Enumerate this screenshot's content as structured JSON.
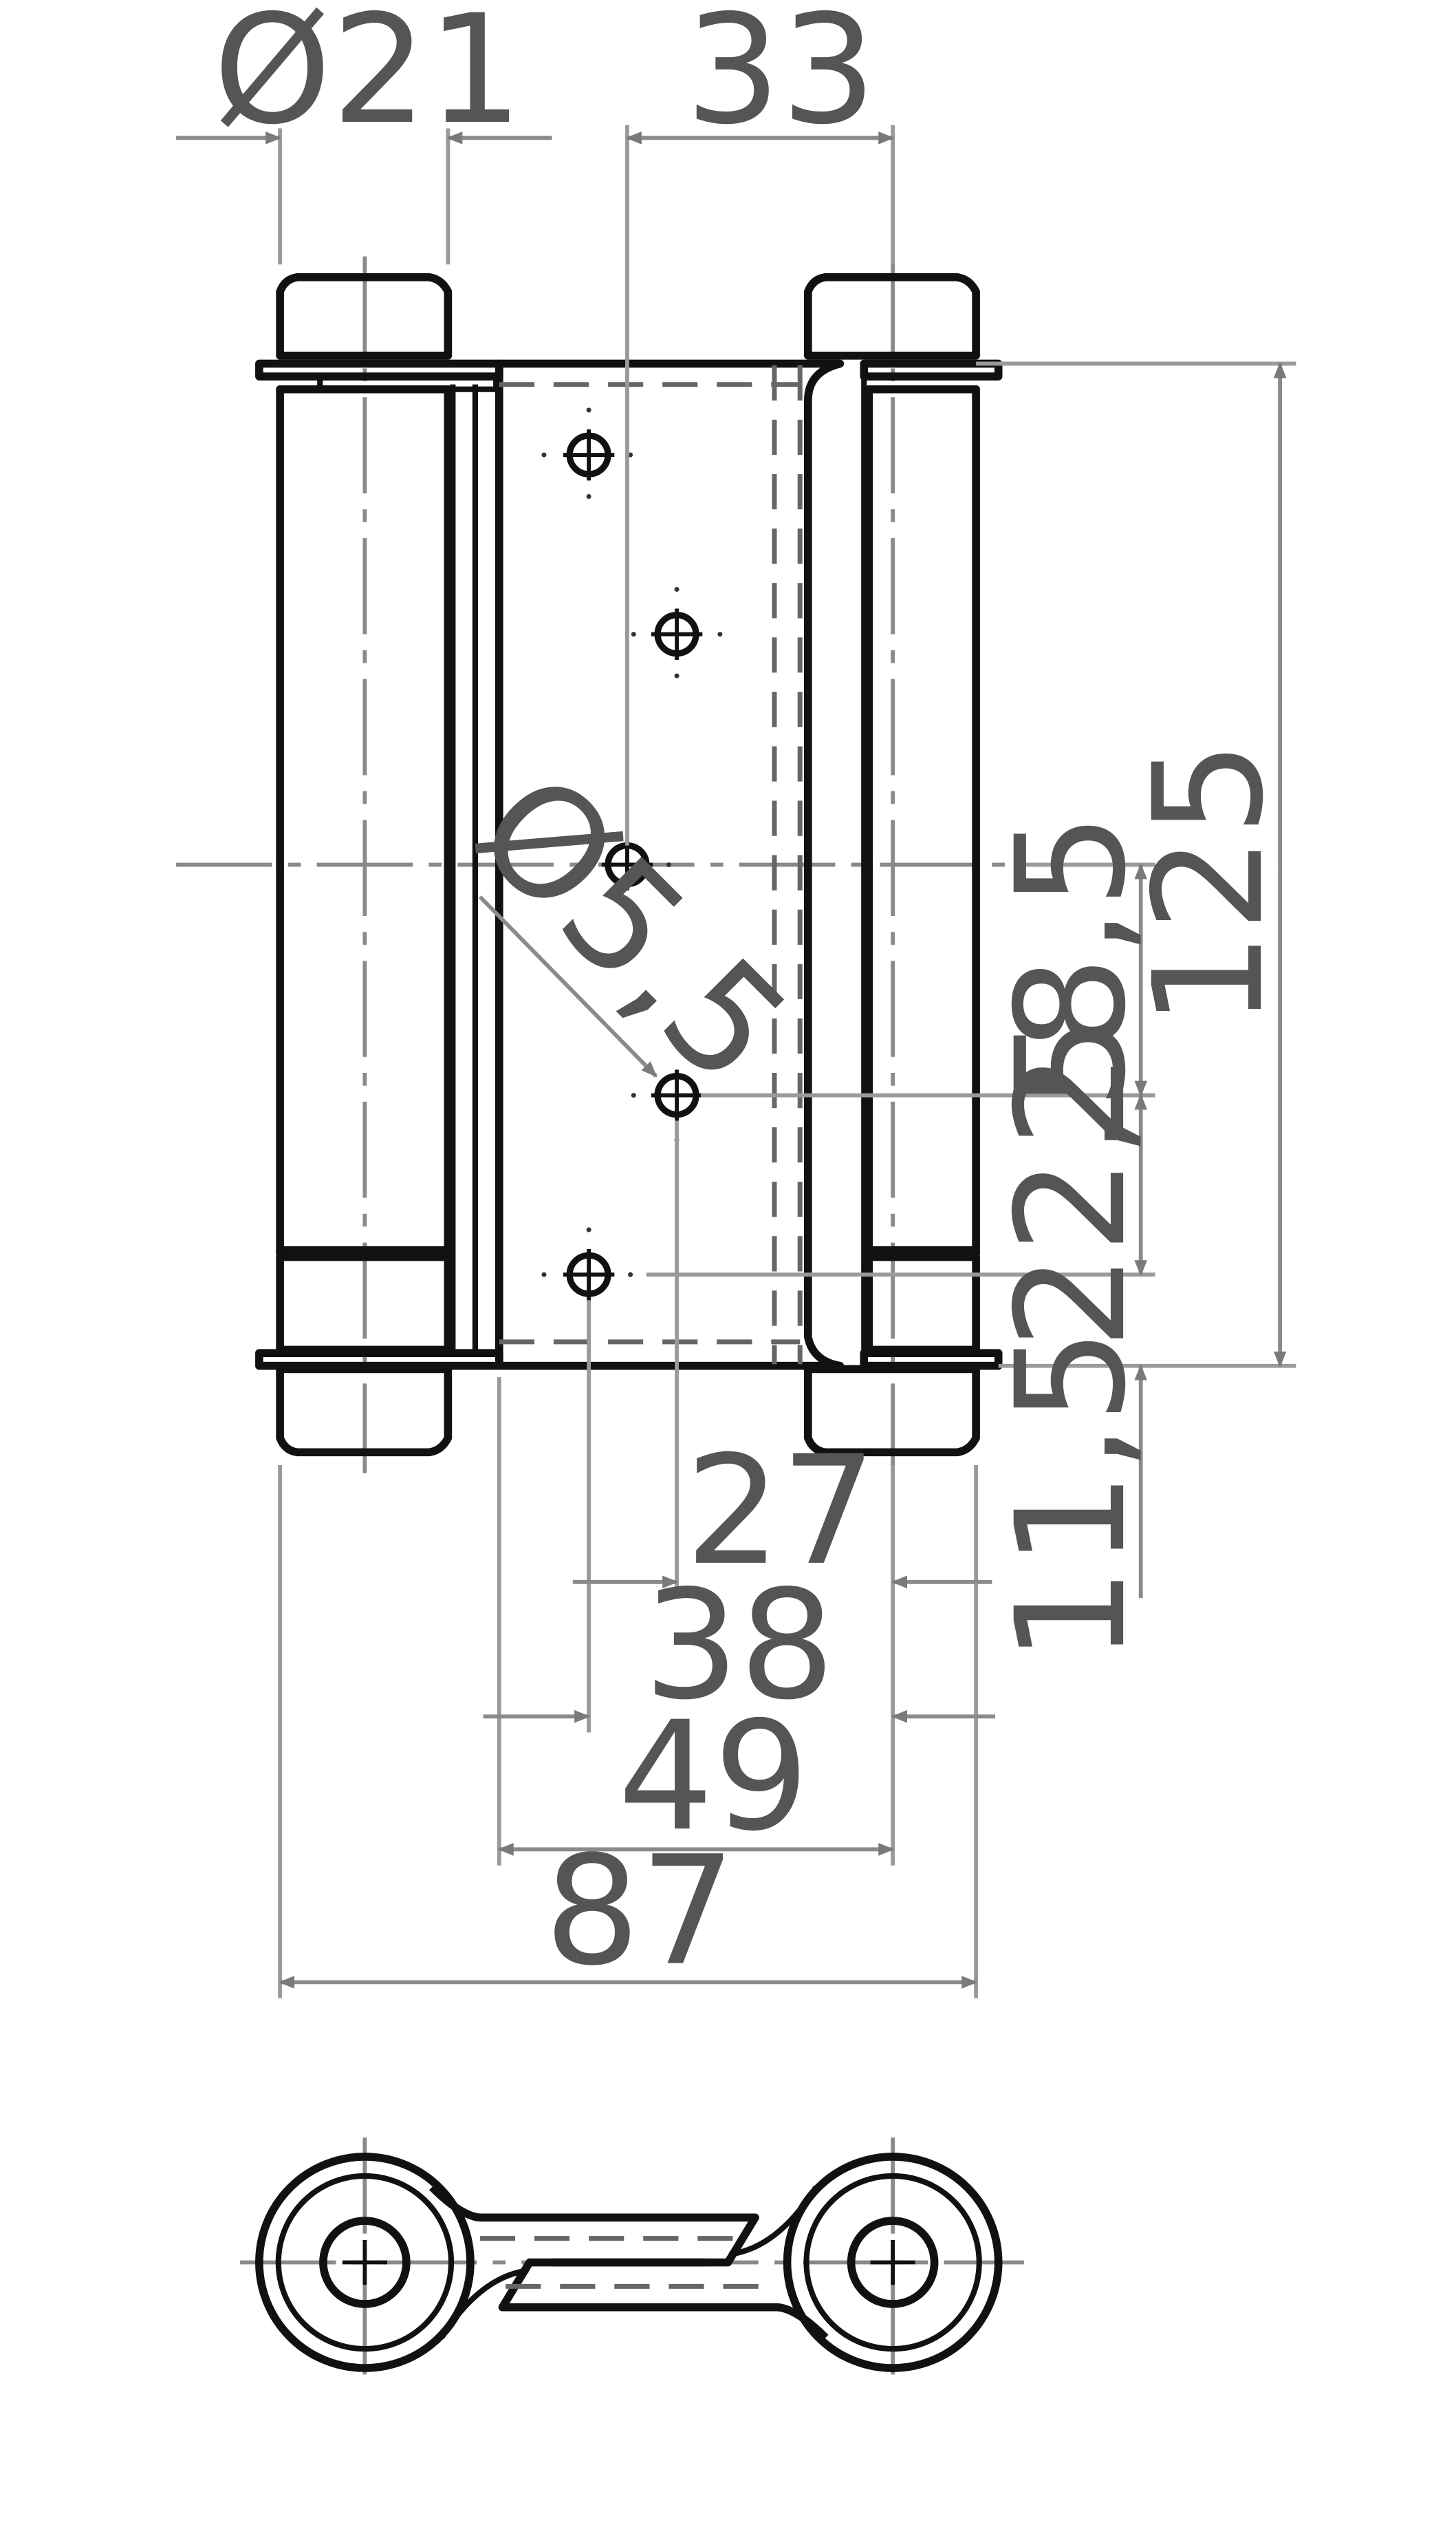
{
  "drawing": {
    "front_view": {
      "dimensions": {
        "pin_diameter": "Ø21",
        "offset_33": "33",
        "height_125": "125",
        "hole_diameter": "Ø5,5",
        "spacing_28_5": "28,5",
        "spacing_22_5": "22,5",
        "offset_11_5": "11,5",
        "width_27": "27",
        "width_38": "38",
        "width_49": "49",
        "width_87": "87"
      }
    }
  }
}
